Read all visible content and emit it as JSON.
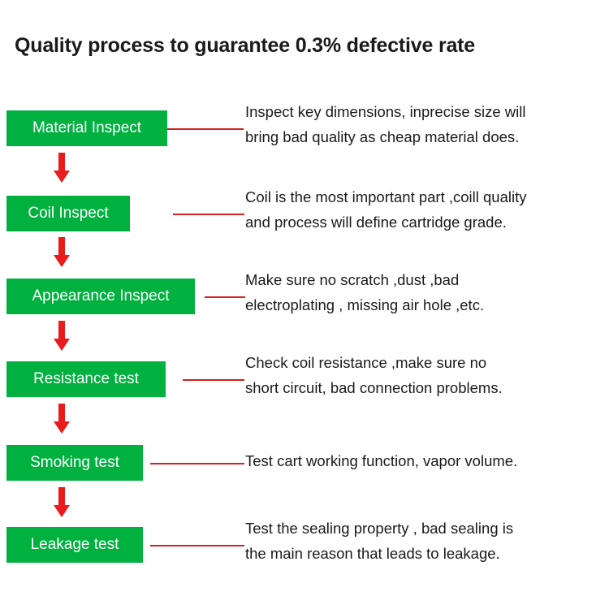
{
  "title": "Quality process to guarantee 0.3% defective rate",
  "colors": {
    "step_fill": "#00b140",
    "step_text": "#ffffff",
    "arrow": "#e81c1c",
    "connector": "#d32020",
    "text": "#1a1a1a",
    "background": "#ffffff"
  },
  "steps": [
    {
      "label": "Material Inspect",
      "description_lines": [
        "Inspect key dimensions, inprecise size will",
        "bring bad quality as cheap material does."
      ]
    },
    {
      "label": "Coil Inspect",
      "description_lines": [
        "Coil is the most important part ,coill quality",
        "and process will define cartridge grade."
      ]
    },
    {
      "label": "Appearance Inspect",
      "description_lines": [
        "Make sure no scratch ,dust ,bad",
        "electroplating , missing air hole ,etc."
      ]
    },
    {
      "label": "Resistance test",
      "description_lines": [
        "Check coil resistance ,make sure no",
        "short circuit, bad connection problems."
      ]
    },
    {
      "label": "Smoking test",
      "description_lines": [
        "Test cart working function, vapor volume."
      ]
    },
    {
      "label": "Leakage test",
      "description_lines": [
        "Test the sealing property , bad sealing is",
        "the main reason that leads to leakage."
      ]
    }
  ]
}
